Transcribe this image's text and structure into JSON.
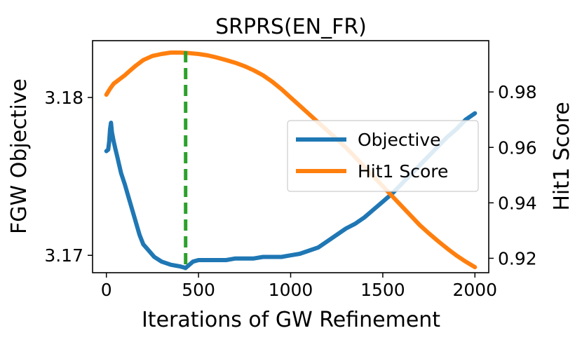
{
  "chart_data": {
    "type": "line",
    "title": "SRPRS(EN_FR)",
    "xlabel": "Iterations of GW Refinement",
    "ylabel_left": "FGW Objective",
    "ylabel_right": "Hit1 Score",
    "xlim": [
      -75,
      2075
    ],
    "ylim_left": [
      3.1689,
      3.1836
    ],
    "ylim_right": [
      0.9148,
      0.9985
    ],
    "x_ticks": [
      0,
      500,
      1000,
      1500,
      2000
    ],
    "x_tick_labels": [
      "0",
      "500",
      "1000",
      "1500",
      "2000"
    ],
    "y_left_ticks": [
      3.17,
      3.18
    ],
    "y_left_tick_labels": [
      "3.17",
      "3.18"
    ],
    "y_right_ticks": [
      0.92,
      0.94,
      0.96,
      0.98
    ],
    "y_right_tick_labels": [
      "0.92",
      "0.94",
      "0.96",
      "0.98"
    ],
    "vline": {
      "x": 430,
      "color": "#2ca02c",
      "style": "dashed"
    },
    "legend_position": "center-right",
    "series": [
      {
        "name": "Objective",
        "axis": "left",
        "color": "#1f77b4",
        "x": [
          0,
          10,
          15,
          20,
          25,
          30,
          40,
          50,
          60,
          70,
          80,
          100,
          120,
          150,
          180,
          200,
          230,
          260,
          300,
          350,
          400,
          430,
          440,
          470,
          500,
          550,
          600,
          650,
          700,
          750,
          800,
          850,
          900,
          950,
          1000,
          1050,
          1100,
          1150,
          1200,
          1250,
          1300,
          1350,
          1400,
          1450,
          1500,
          1550,
          1600,
          1650,
          1700,
          1750,
          1800,
          1850,
          1900,
          1950,
          2000
        ],
        "y": [
          3.1766,
          3.1767,
          3.1772,
          3.178,
          3.1784,
          3.1778,
          3.1772,
          3.1767,
          3.1762,
          3.1757,
          3.1752,
          3.1745,
          3.1737,
          3.1725,
          3.1713,
          3.1707,
          3.1703,
          3.1699,
          3.1696,
          3.1694,
          3.1693,
          3.1692,
          3.1693,
          3.1696,
          3.1697,
          3.1697,
          3.1697,
          3.1697,
          3.1698,
          3.1698,
          3.1698,
          3.1699,
          3.1699,
          3.1699,
          3.17,
          3.1701,
          3.1703,
          3.1705,
          3.1709,
          3.1713,
          3.1717,
          3.172,
          3.1724,
          3.1729,
          3.1734,
          3.1739,
          3.1745,
          3.1751,
          3.1757,
          3.1763,
          3.1769,
          3.1775,
          3.178,
          3.1786,
          3.179
        ]
      },
      {
        "name": "Hit1 Score",
        "axis": "right",
        "color": "#ff7f0e",
        "x": [
          0,
          20,
          40,
          60,
          80,
          100,
          130,
          160,
          200,
          250,
          300,
          350,
          400,
          450,
          500,
          550,
          600,
          650,
          700,
          750,
          800,
          850,
          900,
          950,
          1000,
          1050,
          1100,
          1150,
          1200,
          1250,
          1300,
          1350,
          1400,
          1450,
          1500,
          1550,
          1600,
          1650,
          1700,
          1750,
          1800,
          1850,
          1900,
          1950,
          2000
        ],
        "y": [
          0.979,
          0.9812,
          0.983,
          0.984,
          0.985,
          0.986,
          0.9878,
          0.9895,
          0.9915,
          0.993,
          0.9937,
          0.9942,
          0.9942,
          0.994,
          0.9937,
          0.9932,
          0.9924,
          0.9915,
          0.9905,
          0.9893,
          0.9878,
          0.986,
          0.9837,
          0.981,
          0.978,
          0.975,
          0.972,
          0.969,
          0.966,
          0.963,
          0.96,
          0.9565,
          0.953,
          0.9495,
          0.946,
          0.9425,
          0.939,
          0.9355,
          0.932,
          0.929,
          0.9262,
          0.9235,
          0.921,
          0.9188,
          0.9168
        ]
      }
    ]
  }
}
